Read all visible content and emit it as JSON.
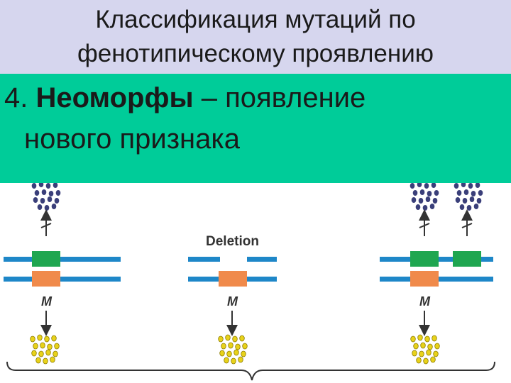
{
  "slide": {
    "title_line1": "Классификация мутаций по",
    "title_line2": "фенотипическому проявлению",
    "point_number": "4.",
    "point_term": "Неоморфы",
    "point_rest": " – появление",
    "point_line2": "нового признака"
  },
  "diagram": {
    "deletion_label": "Deletion",
    "m_label": "M"
  },
  "colors": {
    "title_bg": "#d6d6ee",
    "highlight_bg": "#00cc99",
    "chromosome": "#1e87c8",
    "wild_gene": "#1fa650",
    "mutant_gene": "#f08a4b",
    "product_dark": "#3a3f7a",
    "product_light": "#e8d21a"
  }
}
